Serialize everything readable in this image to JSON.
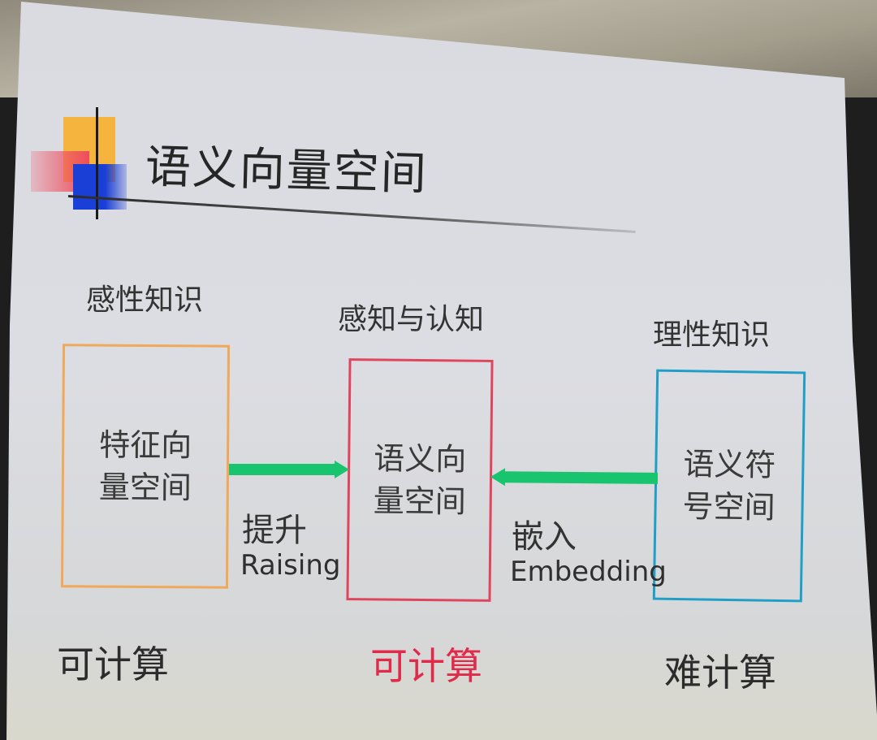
{
  "slide": {
    "title": "语义向量空间",
    "colors": {
      "logo_orange": "#f4b43d",
      "logo_red": "#ee4d5c",
      "logo_blue": "#1a3fd6",
      "arrow_green": "#18c46d",
      "box_left_border": "#f0a85a",
      "box_center_border": "#e0455e",
      "box_right_border": "#1f9fc7",
      "highlight_text": "#e02a4a"
    },
    "columns": [
      {
        "heading": "感性知识",
        "box_text": "特征向量空间",
        "footer": "可计算"
      },
      {
        "heading": "感知与认知",
        "box_text": "语义向量空间",
        "footer": "可计算"
      },
      {
        "heading": "理性知识",
        "box_text": "语义符号空间",
        "footer": "难计算"
      }
    ],
    "arrows": [
      {
        "direction": "right",
        "label_zh": "提升",
        "label_en": "Raising"
      },
      {
        "direction": "left",
        "label_zh": "嵌入",
        "label_en": "Embedding"
      }
    ]
  }
}
